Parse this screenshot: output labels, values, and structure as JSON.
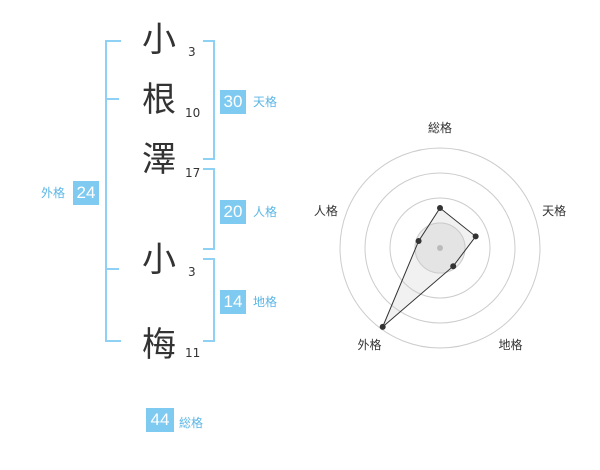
{
  "name": {
    "surname": [
      {
        "char": "小",
        "strokes": "3"
      },
      {
        "char": "根",
        "strokes": "10"
      },
      {
        "char": "澤",
        "strokes": "17"
      }
    ],
    "given": [
      {
        "char": "小",
        "strokes": "3"
      },
      {
        "char": "梅",
        "strokes": "11"
      }
    ]
  },
  "fortune": {
    "tenkaku": {
      "value": "30",
      "label": "天格"
    },
    "jinkaku": {
      "value": "20",
      "label": "人格"
    },
    "chikaku": {
      "value": "14",
      "label": "地格"
    },
    "gaikaku": {
      "value": "24",
      "label": "外格"
    },
    "soukaku": {
      "value": "44",
      "label": "総格"
    }
  },
  "colors": {
    "accent": "#7fcaf0",
    "bracket": "#8fd1f4",
    "text": "#333333"
  },
  "chart_data": {
    "type": "radar",
    "axes": [
      "総格",
      "天格",
      "地格",
      "外格",
      "人格"
    ],
    "rings": 4,
    "scale_max": 4,
    "values": [
      1.6,
      1.5,
      0.9,
      3.9,
      0.9
    ]
  }
}
